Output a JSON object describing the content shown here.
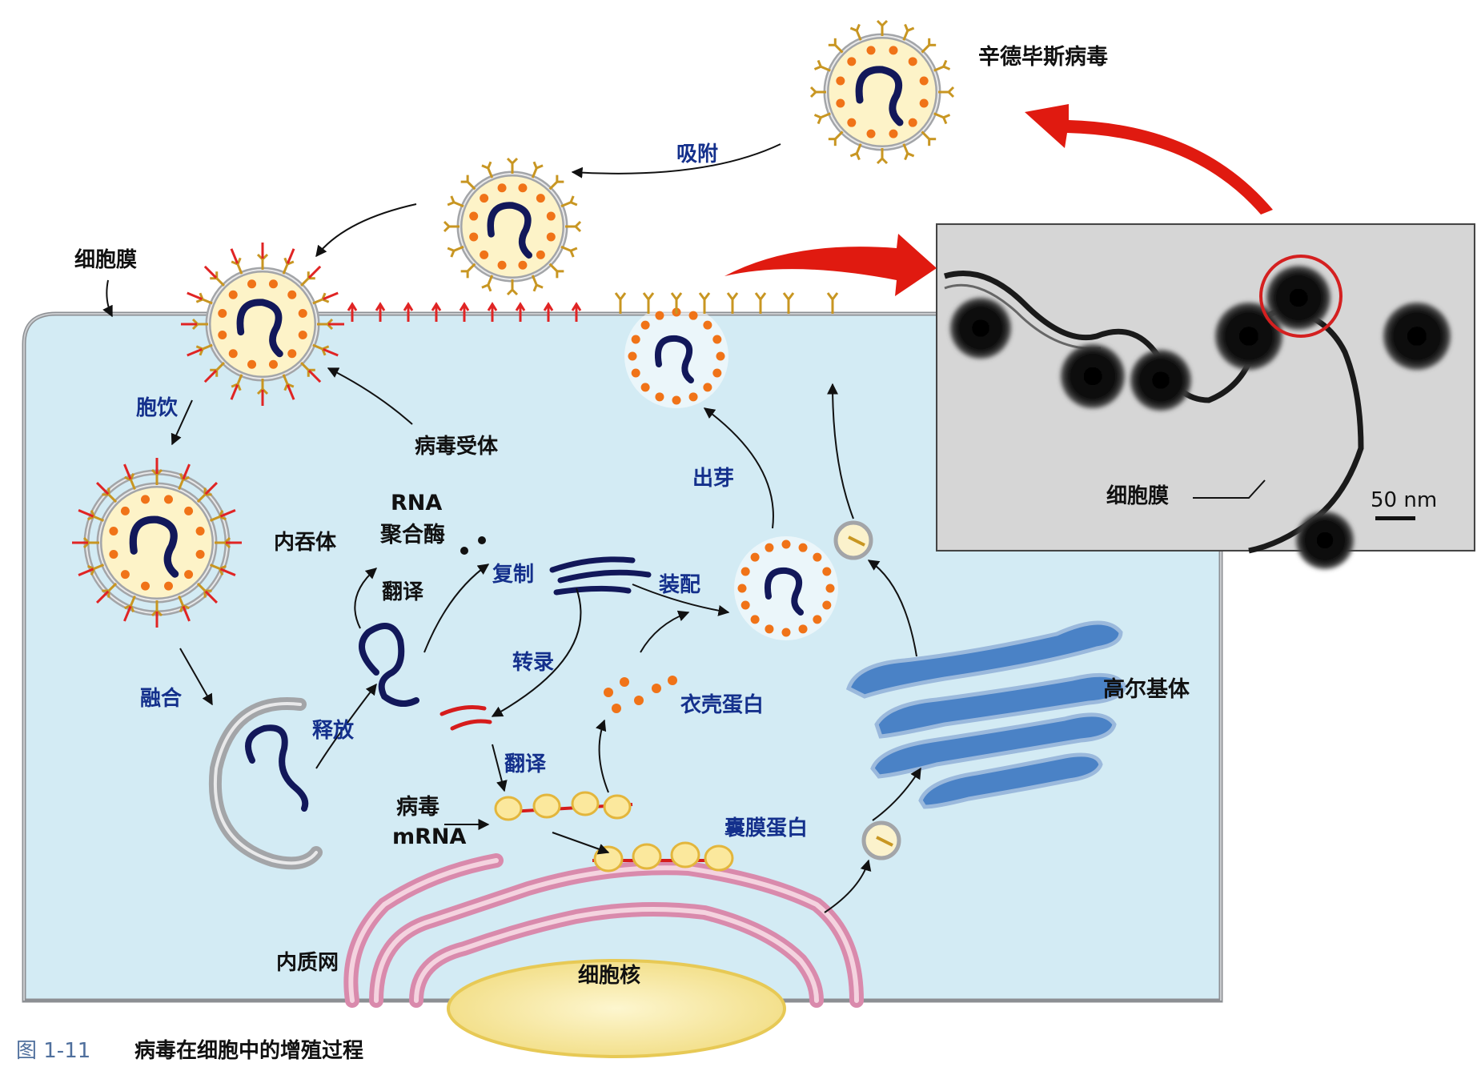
{
  "labels": {
    "sindbis_virus": "辛德毕斯病毒",
    "adsorption": "吸附",
    "cell_membrane": "细胞膜",
    "virus_receptor": "病毒受体",
    "pinocytosis": "胞饮",
    "endosome": "内吞体",
    "fusion": "融合",
    "release": "释放",
    "rna_line1": "RNA",
    "rna_line2": "聚合酶",
    "translation_top": "翻译",
    "replication": "复制",
    "assembly": "装配",
    "budding": "出芽",
    "transcription": "转录",
    "capsid_protein": "衣壳蛋白",
    "translation_bottom": "翻译",
    "viral_mrna_line1": "病毒",
    "viral_mrna_line2": "mRNA",
    "envelope_protein": "囊膜蛋白",
    "er": "内质网",
    "nucleus": "细胞核",
    "golgi": "高尔基体",
    "em_cell_membrane": "细胞膜",
    "scale_bar": "50 nm"
  },
  "caption": {
    "number": "图 1-11",
    "text": "病毒在细胞中的增殖过程"
  },
  "colors": {
    "cytoplasm": "#d3ebf4",
    "membrane": "#9a9ca0",
    "label_blue": "#14308c",
    "rna_dark": "#12185a",
    "mrna_red": "#d61c1c",
    "orange_dot": "#f07318",
    "spike_gold": "#c89622",
    "golgi_blue": "#4a82c6",
    "er_pink": "#d98aac",
    "nucleus_yellow": "#f8ecac",
    "big_arrow": "#e01a10"
  }
}
